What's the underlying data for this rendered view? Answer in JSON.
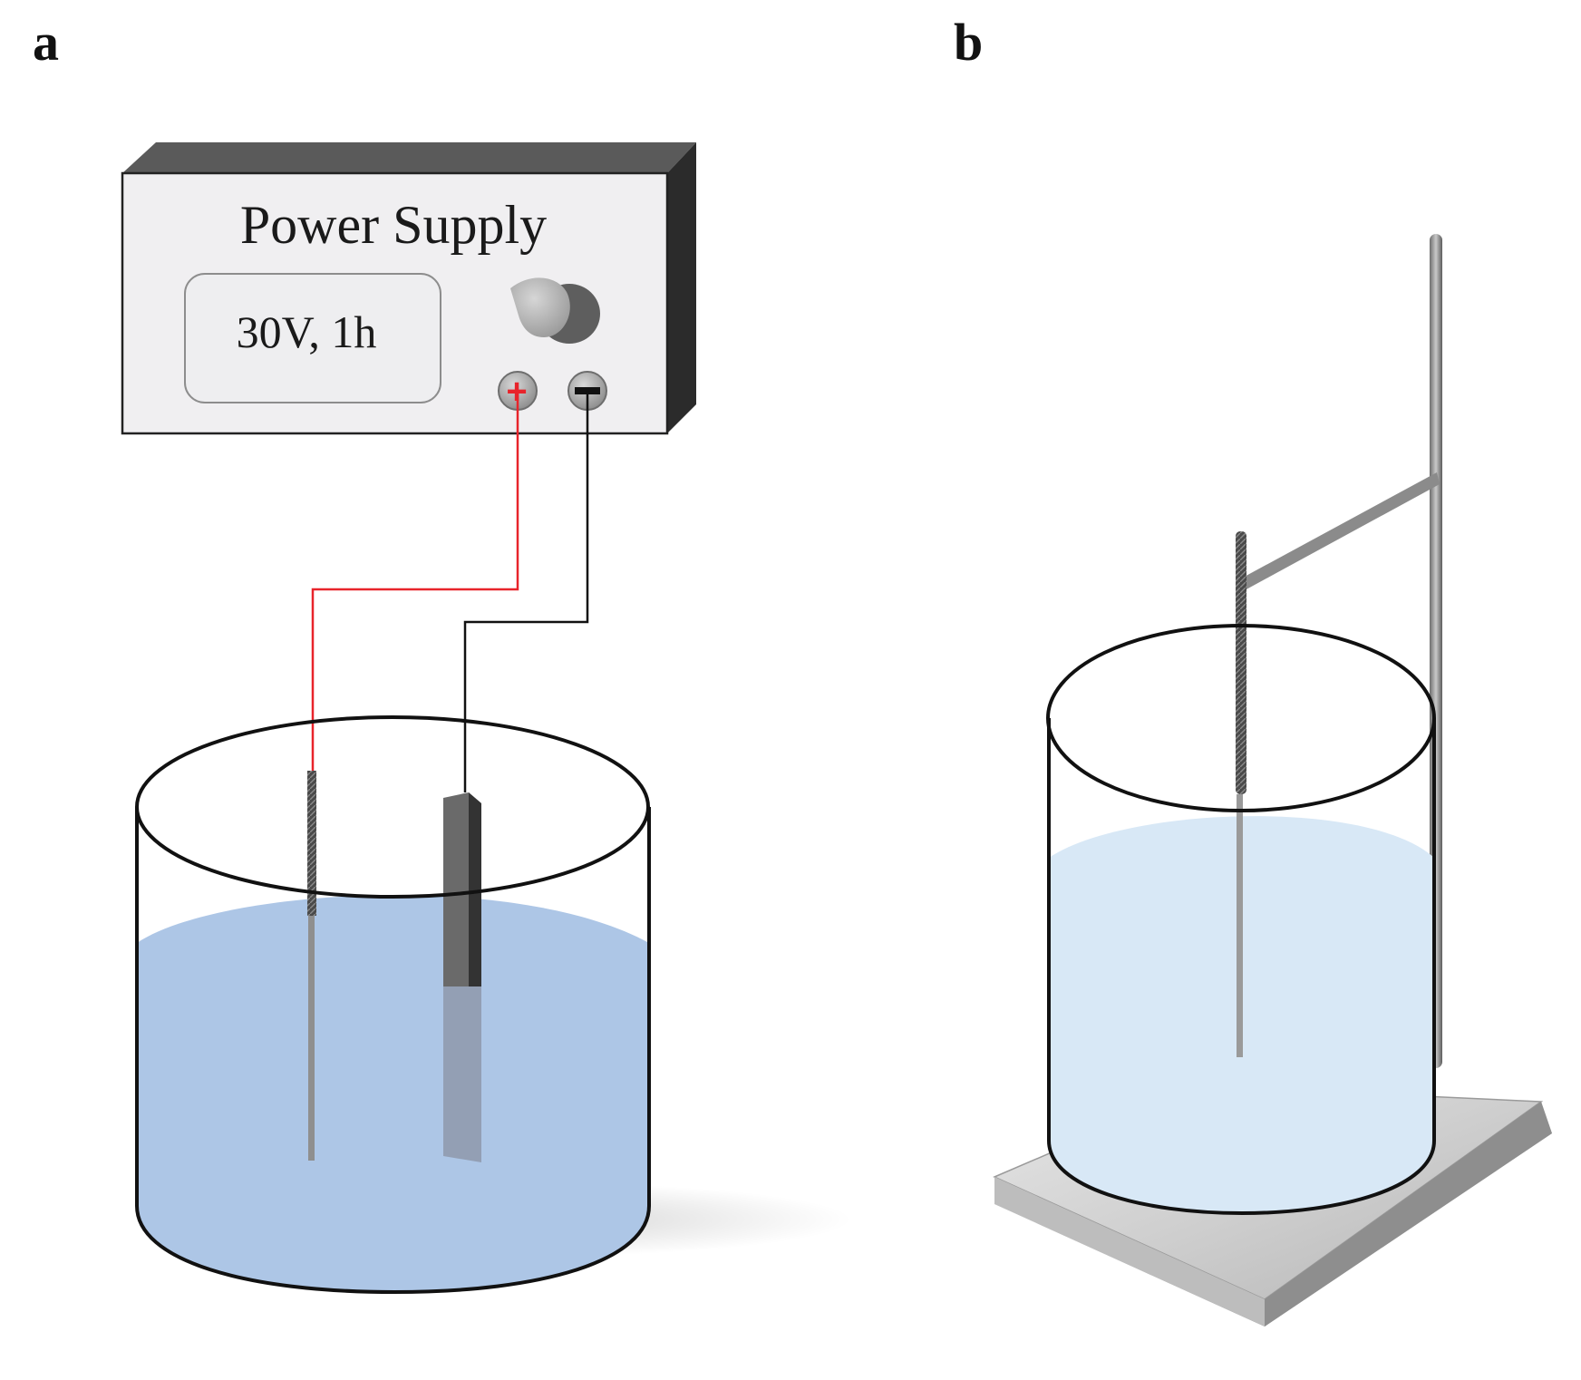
{
  "panels": {
    "a": {
      "label": "a",
      "power_supply": {
        "title": "Power Supply",
        "display": "30V, 1h",
        "positive_terminal": "+",
        "negative_terminal": "−"
      }
    },
    "b": {
      "label": "b"
    }
  },
  "colors": {
    "positive_wire": "#e8242b",
    "negative_wire": "#111111",
    "electrolyte_a": "#adc6e6",
    "electrolyte_b": "#d8e8f6",
    "device_face": "#f0eff1",
    "device_side": "#2b2b2b"
  }
}
